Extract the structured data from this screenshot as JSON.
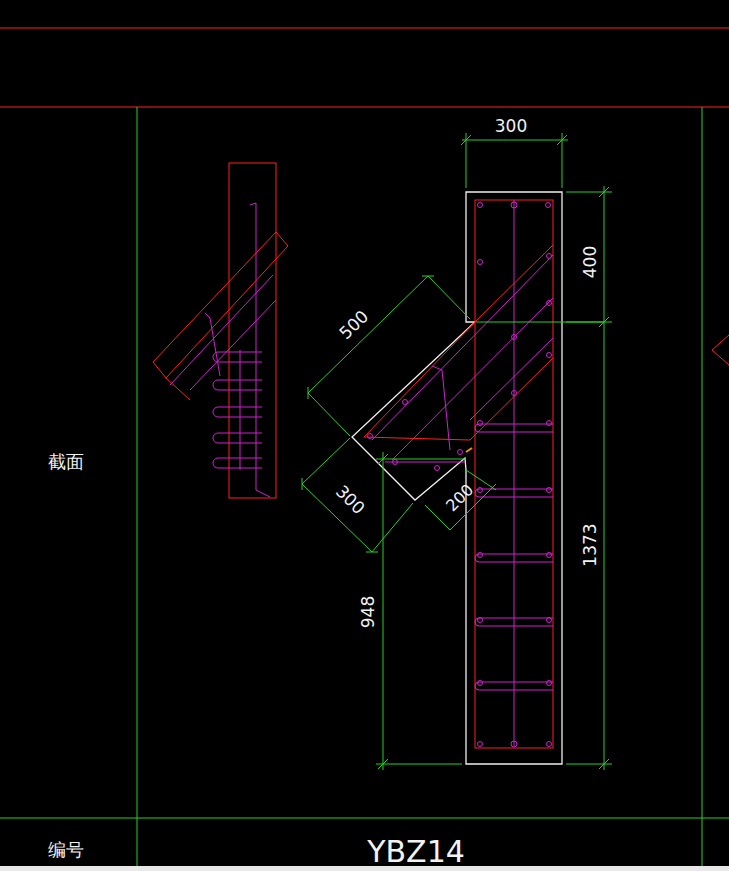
{
  "diagram": {
    "labels": [
      "300",
      "400",
      "500",
      "截面",
      "300",
      "200",
      "948",
      "1373",
      "编号",
      "YBZ14"
    ]
  }
}
